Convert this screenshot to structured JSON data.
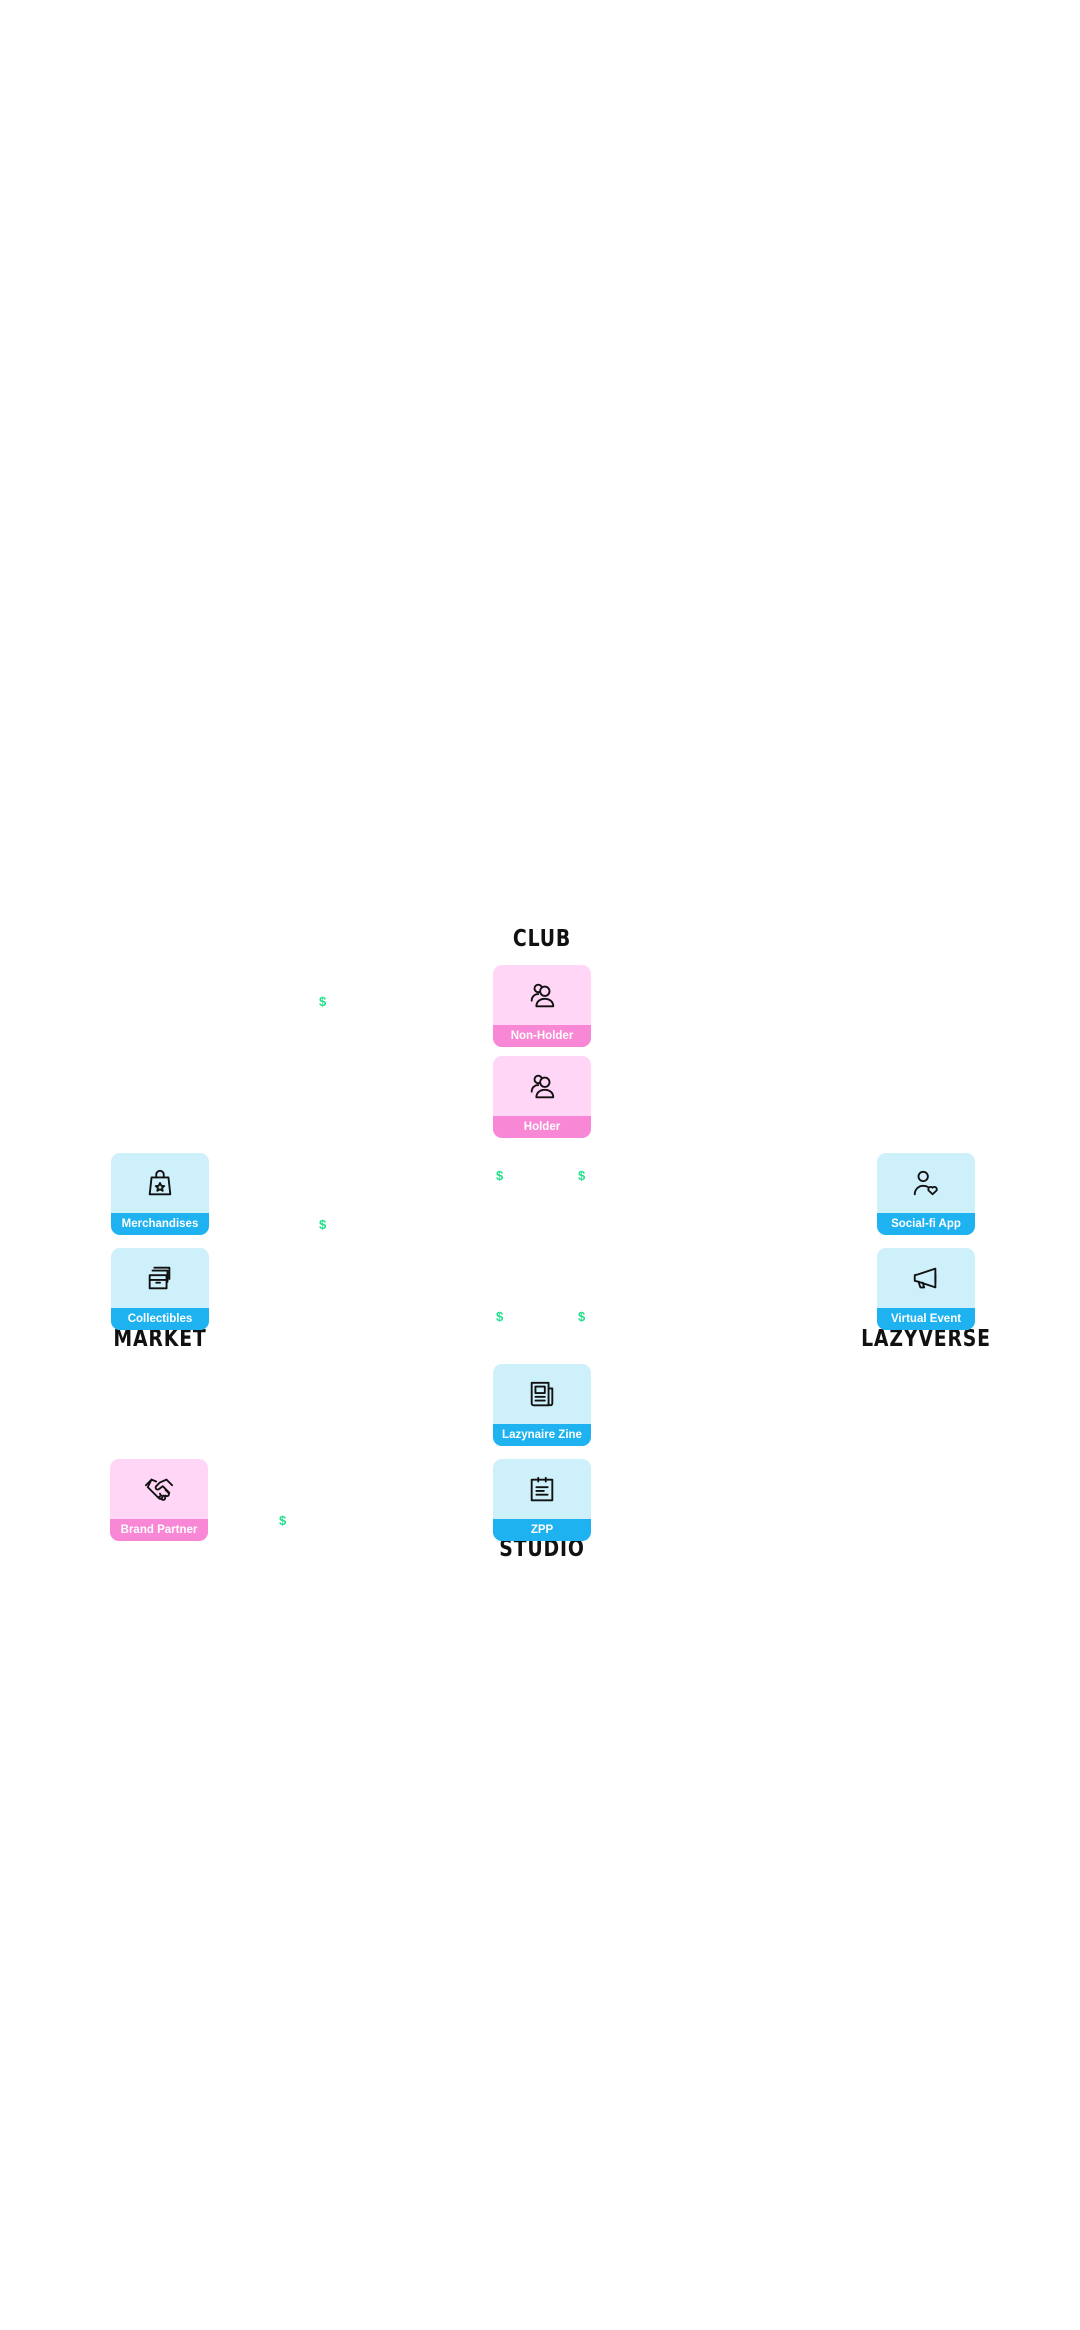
{
  "sections": {
    "club": "CLUB",
    "market": "MARKET",
    "lazyverse": "LAZYVERSE",
    "studio": "STUDIO"
  },
  "cards": {
    "non_holder": "Non-Holder",
    "holder": "Holder",
    "merchandises": "Merchandises",
    "collectibles": "Collectibles",
    "social_fi_app": "Social-fi App",
    "virtual_event": "Virtual Event",
    "lazynaire_zine": "Lazynaire Zine",
    "zpp": "ZPP",
    "brand_partner": "Brand Partner"
  },
  "flow_symbol": "$",
  "icons": {
    "non_holder": "users-icon",
    "holder": "users-icon",
    "merchandises": "shopping-bag-icon",
    "collectibles": "box-icon",
    "social_fi_app": "user-heart-icon",
    "virtual_event": "megaphone-icon",
    "lazynaire_zine": "newspaper-icon",
    "zpp": "clipboard-list-icon",
    "brand_partner": "handshake-icon"
  },
  "colors": {
    "pink_card": "#ffd6f6",
    "pink_label": "#f887d6",
    "blue_card": "#cdf0fa",
    "blue_label": "#1eb2f0",
    "dollar": "#22e08a"
  }
}
